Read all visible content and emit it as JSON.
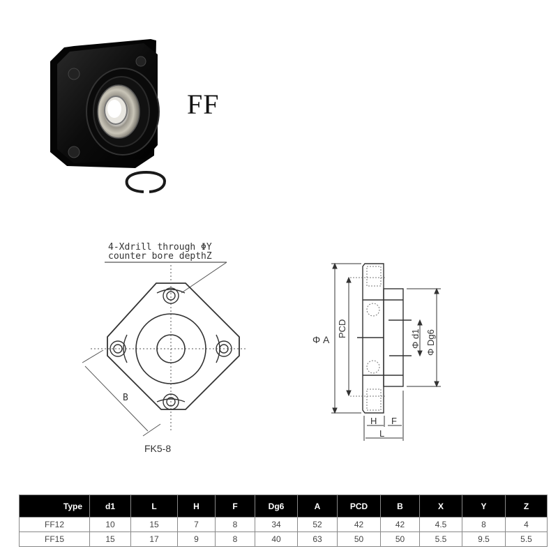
{
  "product": {
    "title": "FF",
    "photo_alt": "FF ball screw fixed-side support bearing block with snap ring"
  },
  "drawing": {
    "front_view": {
      "annotation_line1": "4-Xdrill through ΦY",
      "annotation_line2": "counter bore depthZ",
      "dim_b_label": "B",
      "caption": "FK5-8"
    },
    "side_view": {
      "phi_a": "Φ A",
      "pcd": "PCD",
      "phi_d1": "Φ d1",
      "phi_dg6": "Φ Dg6",
      "h": "H",
      "f": "F",
      "l": "L"
    }
  },
  "table": {
    "headers": [
      "Type",
      "d1",
      "L",
      "H",
      "F",
      "Dg6",
      "A",
      "PCD",
      "B",
      "X",
      "Y",
      "Z"
    ],
    "rows": [
      [
        "FF12",
        "10",
        "15",
        "7",
        "8",
        "34",
        "52",
        "42",
        "42",
        "4.5",
        "8",
        "4"
      ],
      [
        "FF15",
        "15",
        "17",
        "9",
        "8",
        "40",
        "63",
        "50",
        "50",
        "5.5",
        "9.5",
        "5.5"
      ]
    ]
  },
  "colors": {
    "header_bg": "#000000",
    "header_text": "#ffffff",
    "part_black": "#111111",
    "bearing_silver": "#b8b4aa"
  }
}
